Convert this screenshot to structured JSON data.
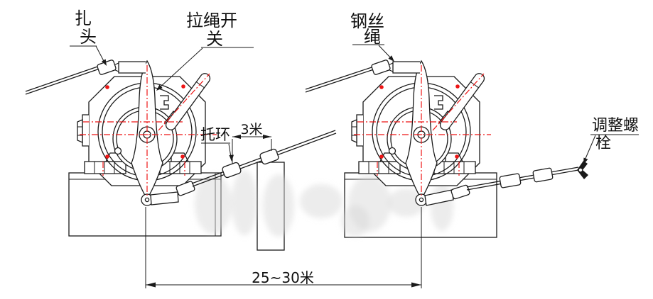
{
  "diagram": {
    "type": "technical-installation-drawing",
    "subject": "pull-rope switch installation with steel wire rope",
    "labels": {
      "clamp_head": {
        "line1": "扎",
        "line2": "头"
      },
      "pull_rope_switch": {
        "line1": "拉绳开",
        "line2": "关"
      },
      "wire_rope": {
        "line1": "钢丝",
        "line2": "绳"
      },
      "support_ring": {
        "text": "托环"
      },
      "adjusting_bolt": {
        "line1": "调整螺",
        "line2": "栓"
      }
    },
    "dimensions": {
      "ring_spacing": "3米",
      "switch_spacing": "25~30米"
    },
    "colors": {
      "outline": "#1a1a1a",
      "centerline": "#ee1515",
      "watermark": "#d9d9d9",
      "background": "#ffffff"
    }
  }
}
